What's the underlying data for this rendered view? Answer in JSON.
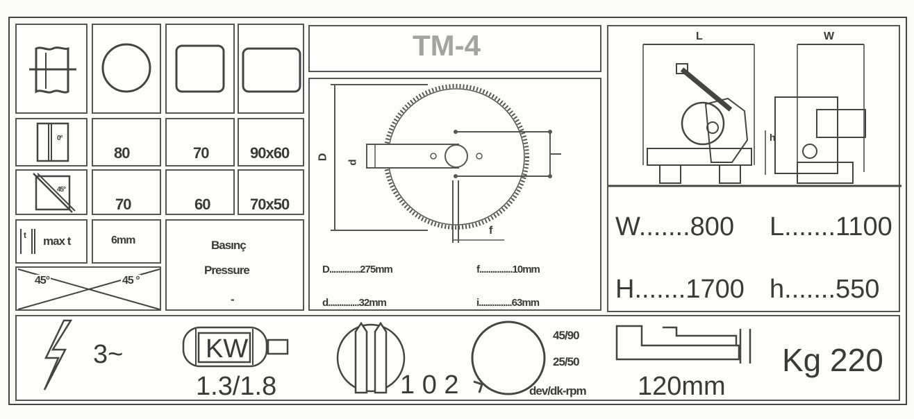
{
  "title": "TM-4",
  "round": {
    "deg90": "80",
    "deg45": "70"
  },
  "square": {
    "deg90": "70",
    "deg45": "60"
  },
  "rect": {
    "deg90": "90x60",
    "deg45": "70x50"
  },
  "icons": {
    "deg90_mark": "0°",
    "deg45_mark": "45°"
  },
  "max_t": {
    "label": "max t",
    "value": "6mm",
    "t_mark": "t"
  },
  "pressure": {
    "tr": "Basınç",
    "en": "Pressure",
    "value": "-"
  },
  "angles": {
    "left": "45°",
    "right": "45 °"
  },
  "blade": {
    "D_label": "D",
    "d_label": "d",
    "f_label": "f",
    "D": "D..............275mm",
    "d": "d..............32mm",
    "f": "f...............10mm",
    "i": "i...............63mm"
  },
  "dimensions": {
    "L_label": "L",
    "W_label": "W",
    "h_label": "h",
    "W": "W.......800",
    "L": "L.......1100",
    "H": "H.......1700",
    "h": "h.......550"
  },
  "power": {
    "phase": "3~",
    "motor_label": "KW",
    "kw": "1.3/1.8"
  },
  "blades_count": "1 0 2",
  "speed": {
    "high": "45/90",
    "low": "25/50",
    "unit": "dev/dk-rpm"
  },
  "vise": "120mm",
  "weight": "Kg 220"
}
